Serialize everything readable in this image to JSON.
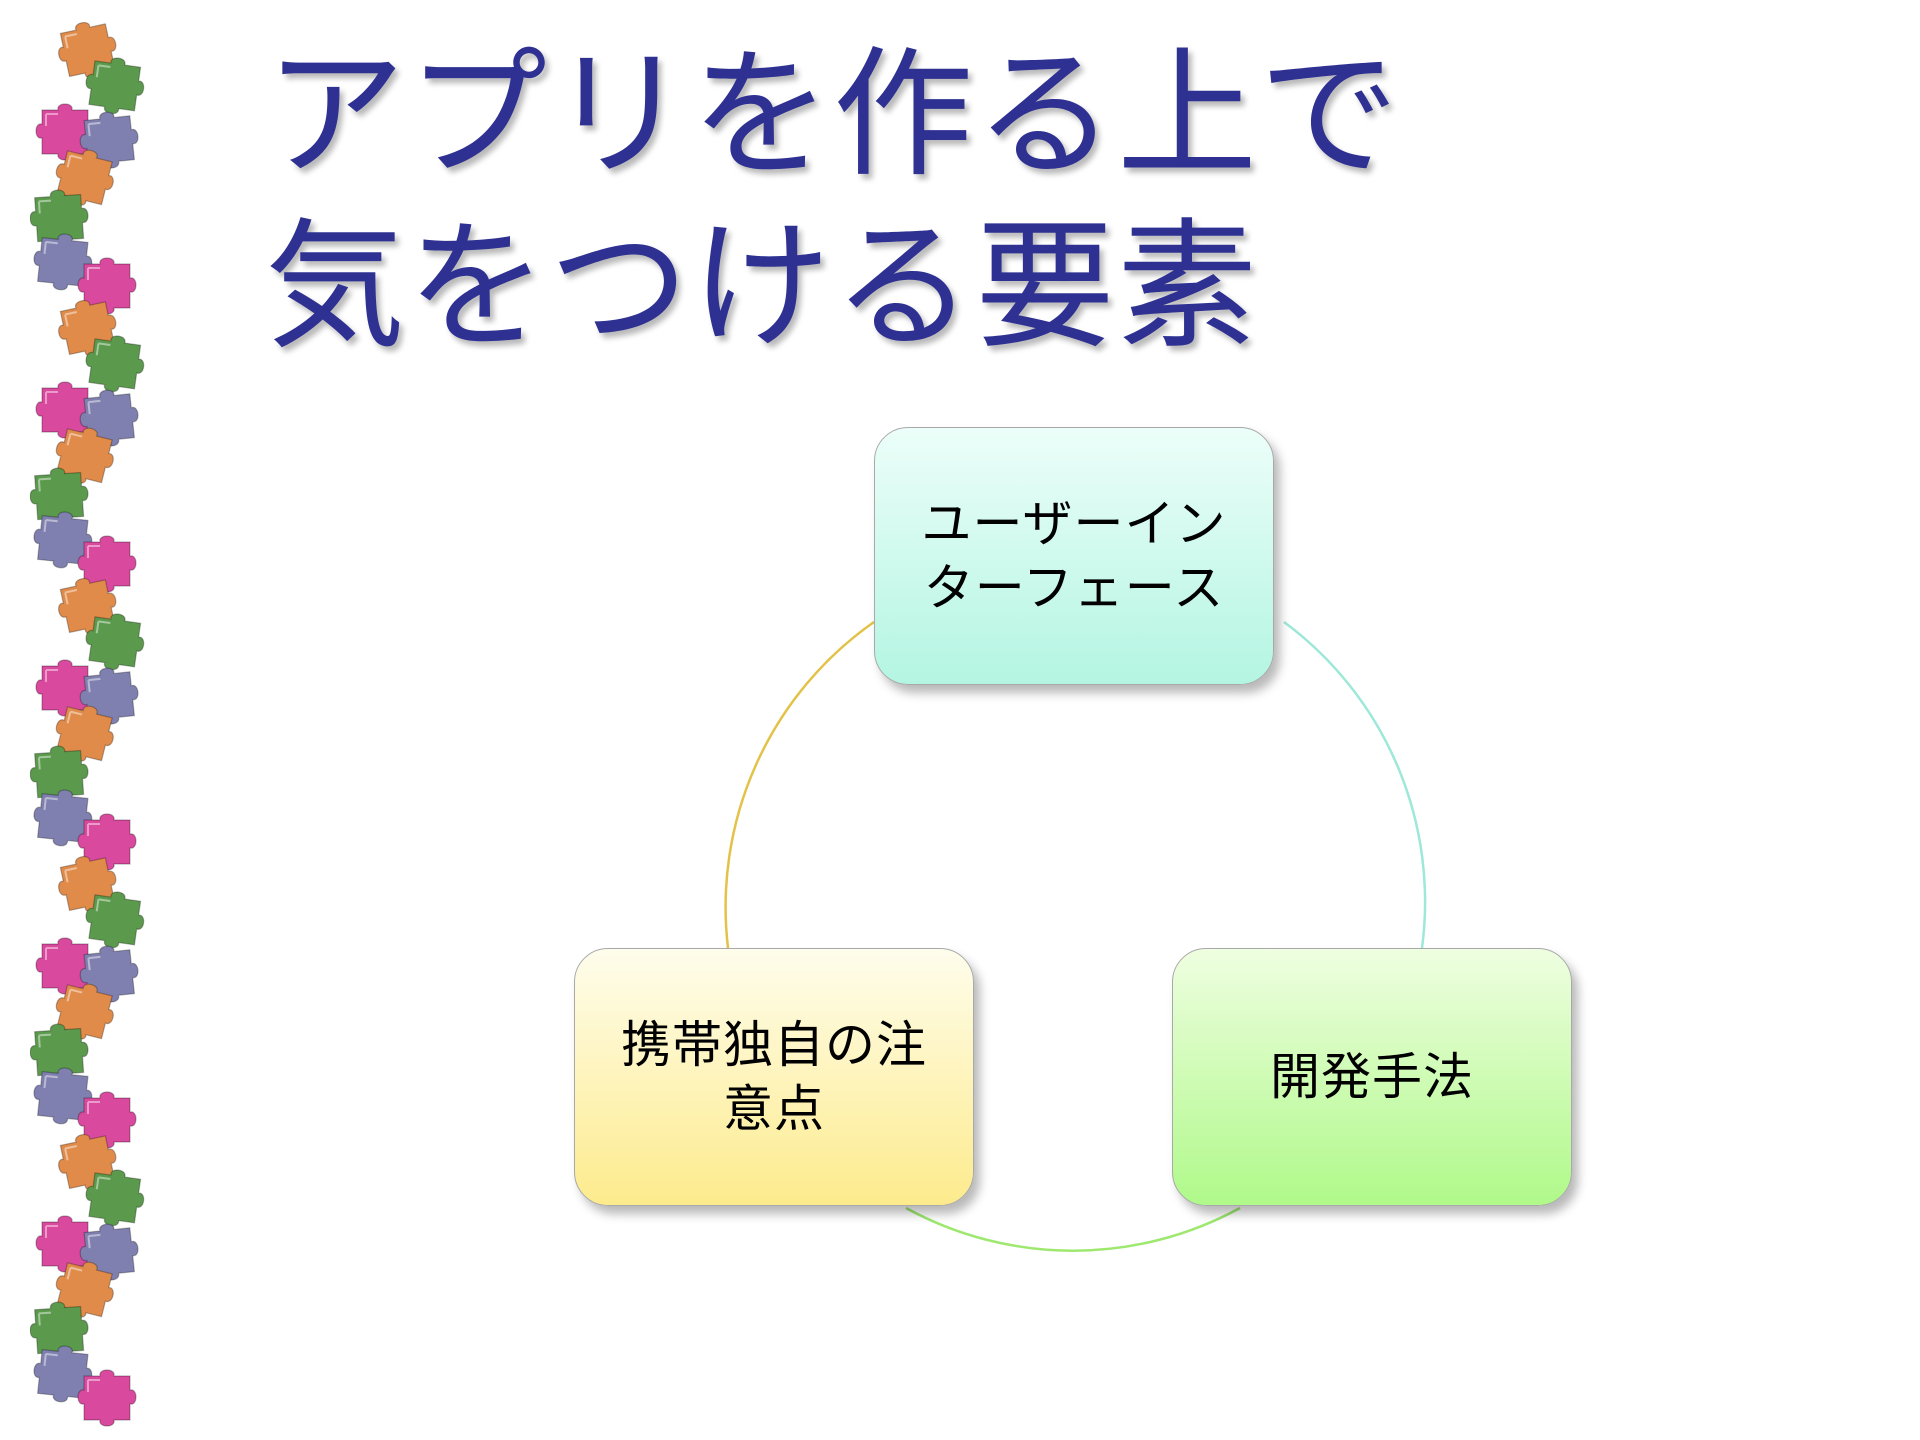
{
  "slide": {
    "title_lines": [
      "アプリを作る上で",
      "気をつける要素"
    ]
  },
  "diagram": {
    "type": "cycle",
    "nodes": [
      {
        "id": "ui",
        "label": "ユーザーイン\nターフェース",
        "color_top": "#ecfef9",
        "color_bottom": "#b4f5e2"
      },
      {
        "id": "dev",
        "label": "開発手法",
        "color_top": "#eefee0",
        "color_bottom": "#b0f98a"
      },
      {
        "id": "mobile",
        "label": "携帯独自の注\n意点",
        "color_top": "#fefdec",
        "color_bottom": "#fdeb8d"
      }
    ],
    "arcs": [
      {
        "from": "ui",
        "to": "dev",
        "color": "#9de8d8"
      },
      {
        "from": "dev",
        "to": "mobile",
        "color": "#9ee870"
      },
      {
        "from": "mobile",
        "to": "ui",
        "color": "#e3c24a"
      }
    ]
  },
  "colors": {
    "title": "#2e3192",
    "puzzle_orange": "#e08b4a",
    "puzzle_green": "#5b9a4c",
    "puzzle_purple": "#8080b0",
    "puzzle_pink": "#d94a9f"
  }
}
